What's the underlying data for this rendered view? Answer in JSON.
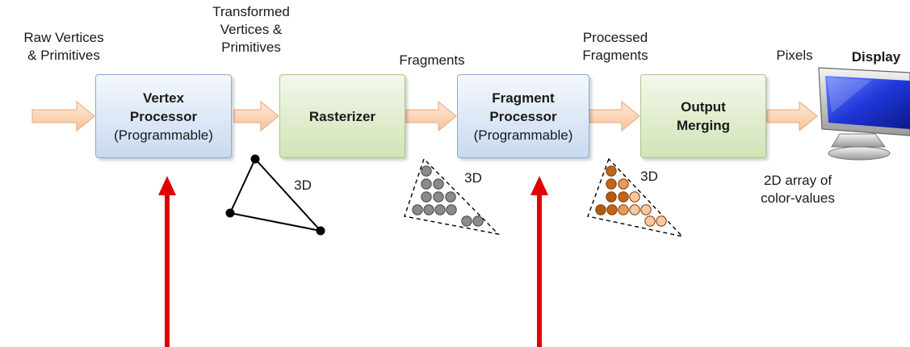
{
  "labels": {
    "raw_line1": "Raw Vertices",
    "raw_line2": "& Primitives",
    "transformed_line1": "Transformed",
    "transformed_line2": "Vertices &",
    "transformed_line3": "Primitives",
    "fragments": "Fragments",
    "processed_line1": "Processed",
    "processed_line2": "Fragments",
    "pixels": "Pixels",
    "display": "Display",
    "array_line1": "2D array of",
    "array_line2": "color-values",
    "tri_3d": "3D",
    "frag_3d": "3D",
    "proc_3d": "3D"
  },
  "boxes": {
    "vertex": {
      "line1": "Vertex",
      "line2": "Processor",
      "line3": "(Programmable)"
    },
    "rasterizer": {
      "line1": "Rasterizer"
    },
    "fragment": {
      "line1": "Fragment",
      "line2": "Processor",
      "line3": "(Programmable)"
    },
    "output": {
      "line1": "Output",
      "line2": "Merging"
    }
  },
  "colors": {
    "programmable_fill": "#c9daf0",
    "fixed_fill": "#d2e3b8",
    "flow_arrow": "#fbd5b5",
    "highlight_arrow": "#e00000",
    "fragment_gray": "#808080",
    "fragment_brown": "#c0661a",
    "fragment_light": "#f7c7a0"
  }
}
